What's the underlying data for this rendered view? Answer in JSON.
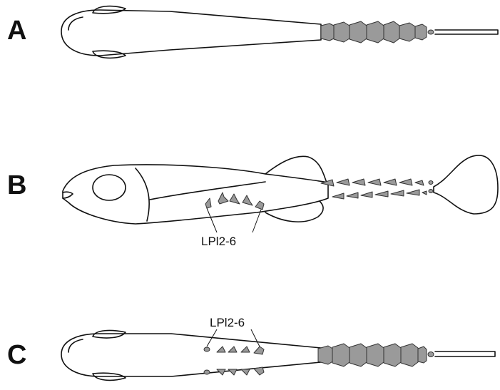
{
  "figure": {
    "panels": [
      {
        "letter": "A",
        "view": "dorsal"
      },
      {
        "letter": "B",
        "view": "lateral",
        "callout": "LPl2-6"
      },
      {
        "letter": "C",
        "view": "dorsal",
        "callout": "LPl2-6"
      }
    ]
  },
  "colors": {
    "plate_fill": "#9a9a9a",
    "outline": "#111111"
  }
}
